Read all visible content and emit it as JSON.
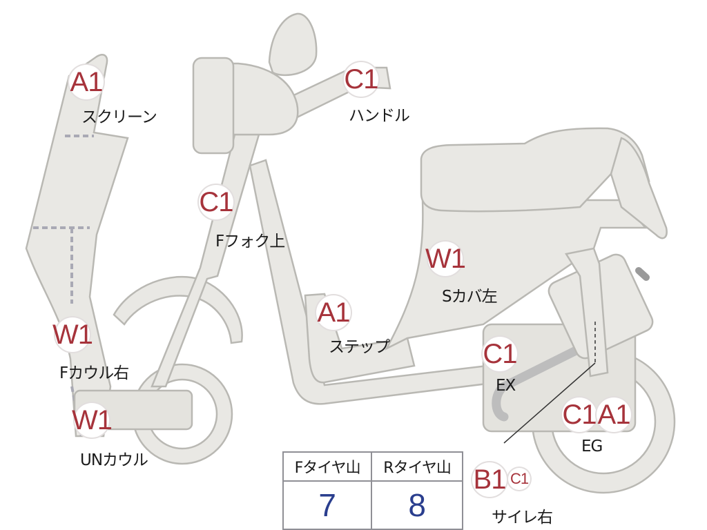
{
  "diagram": {
    "markers": [
      {
        "id": "screen",
        "code": "A1",
        "label": "スクリーン"
      },
      {
        "id": "handle",
        "code": "C1",
        "label": "ハンドル"
      },
      {
        "id": "ffork",
        "code": "C1",
        "label": "Fフォク上"
      },
      {
        "id": "scover",
        "code": "W1",
        "label": "Sカバ左"
      },
      {
        "id": "step",
        "code": "A1",
        "label": "ステップ"
      },
      {
        "id": "fcowl",
        "code": "W1",
        "label": "Fカウル右"
      },
      {
        "id": "ex",
        "code": "C1",
        "label": "EX"
      },
      {
        "id": "uncowl",
        "code": "W1",
        "label": "UNカウル"
      },
      {
        "id": "eg",
        "codes": [
          "C1",
          "A1"
        ],
        "label": "EG"
      },
      {
        "id": "silencer",
        "codes": [
          "B1",
          "C1"
        ],
        "label": "サイレ右"
      }
    ]
  },
  "tire_table": {
    "headers": [
      "Fタイヤ山",
      "Rタイヤ山"
    ],
    "values": [
      "7",
      "8"
    ]
  },
  "colors": {
    "badge_text": "#a6333b",
    "table_value": "#2a3e8e",
    "body_fill": "#e9e8e4"
  }
}
